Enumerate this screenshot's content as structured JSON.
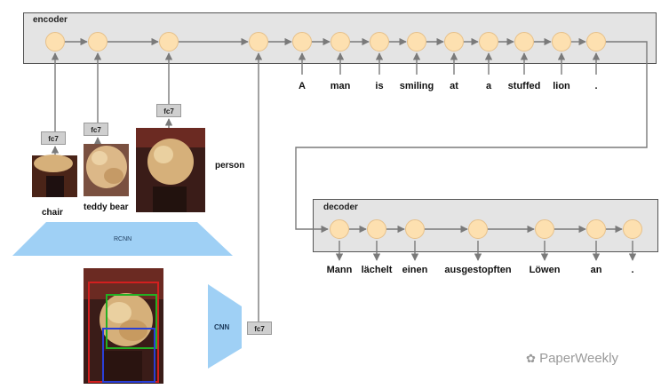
{
  "encoder": {
    "label": "encoder",
    "words": [
      "A",
      "man",
      "is",
      "smiling",
      "at",
      "a",
      "stuffed",
      "lion",
      "."
    ]
  },
  "decoder": {
    "label": "decoder",
    "words": [
      "Mann",
      "lächelt",
      "einen",
      "ausgestopften",
      "Löwen",
      "an",
      "."
    ]
  },
  "features": {
    "fc7_label": "fc7",
    "rcnn_label": "RCNN",
    "cnn_label": "CNN"
  },
  "objects": [
    "chair",
    "teddy bear",
    "person"
  ],
  "colors": {
    "node_fill": "#fde0b0",
    "node_stroke": "#e6c08a",
    "panel_fill": "#e4e4e4",
    "arrow": "#7a7a7a",
    "trapezoid": "#9fd0f5",
    "box_red": "#d21f1f",
    "box_green": "#23b023",
    "box_blue": "#2a3fd6"
  },
  "watermark": "PaperWeekly"
}
